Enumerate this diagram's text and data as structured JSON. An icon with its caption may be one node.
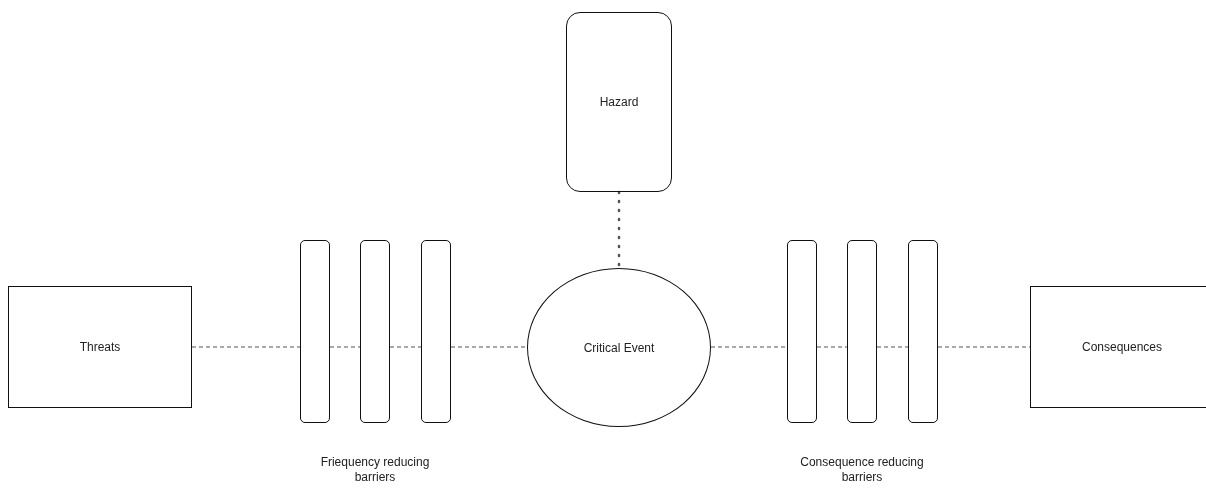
{
  "diagram": {
    "nodes": [
      {
        "text": [
          "Hazard"
        ]
      },
      {
        "text": [
          "Threats"
        ]
      },
      {
        "text": [],
        "shape": "bar"
      },
      {
        "text": [],
        "shape": "bar"
      },
      {
        "text": [],
        "shape": "bar"
      },
      {
        "text": [
          "Critical Event"
        ]
      },
      {
        "text": [],
        "shape": "bar"
      },
      {
        "text": [],
        "shape": "bar"
      },
      {
        "text": [],
        "shape": "bar"
      },
      {
        "text": [
          "Consequences"
        ]
      }
    ],
    "edges": [
      {
        "from": 0,
        "to": 5,
        "arrow": "none",
        "style": "dashed"
      },
      {
        "from": 1,
        "to": 2,
        "arrow": "none",
        "style": "dashed"
      },
      {
        "from": 2,
        "to": 3,
        "arrow": "none",
        "style": "dashed"
      },
      {
        "from": 3,
        "to": 4,
        "arrow": "none",
        "style": "dashed"
      },
      {
        "from": 4,
        "to": 5,
        "arrow": "none",
        "style": "dashed"
      },
      {
        "from": 5,
        "to": 6,
        "arrow": "none",
        "style": "dashed"
      },
      {
        "from": 6,
        "to": 7,
        "arrow": "none",
        "style": "dashed"
      },
      {
        "from": 7,
        "to": 8,
        "arrow": "none",
        "style": "dashed"
      },
      {
        "from": 8,
        "to": 9,
        "arrow": "none",
        "style": "dashed"
      }
    ],
    "labels": [
      "Friequency reducing barriers",
      "Consequence reducing barriers"
    ]
  }
}
